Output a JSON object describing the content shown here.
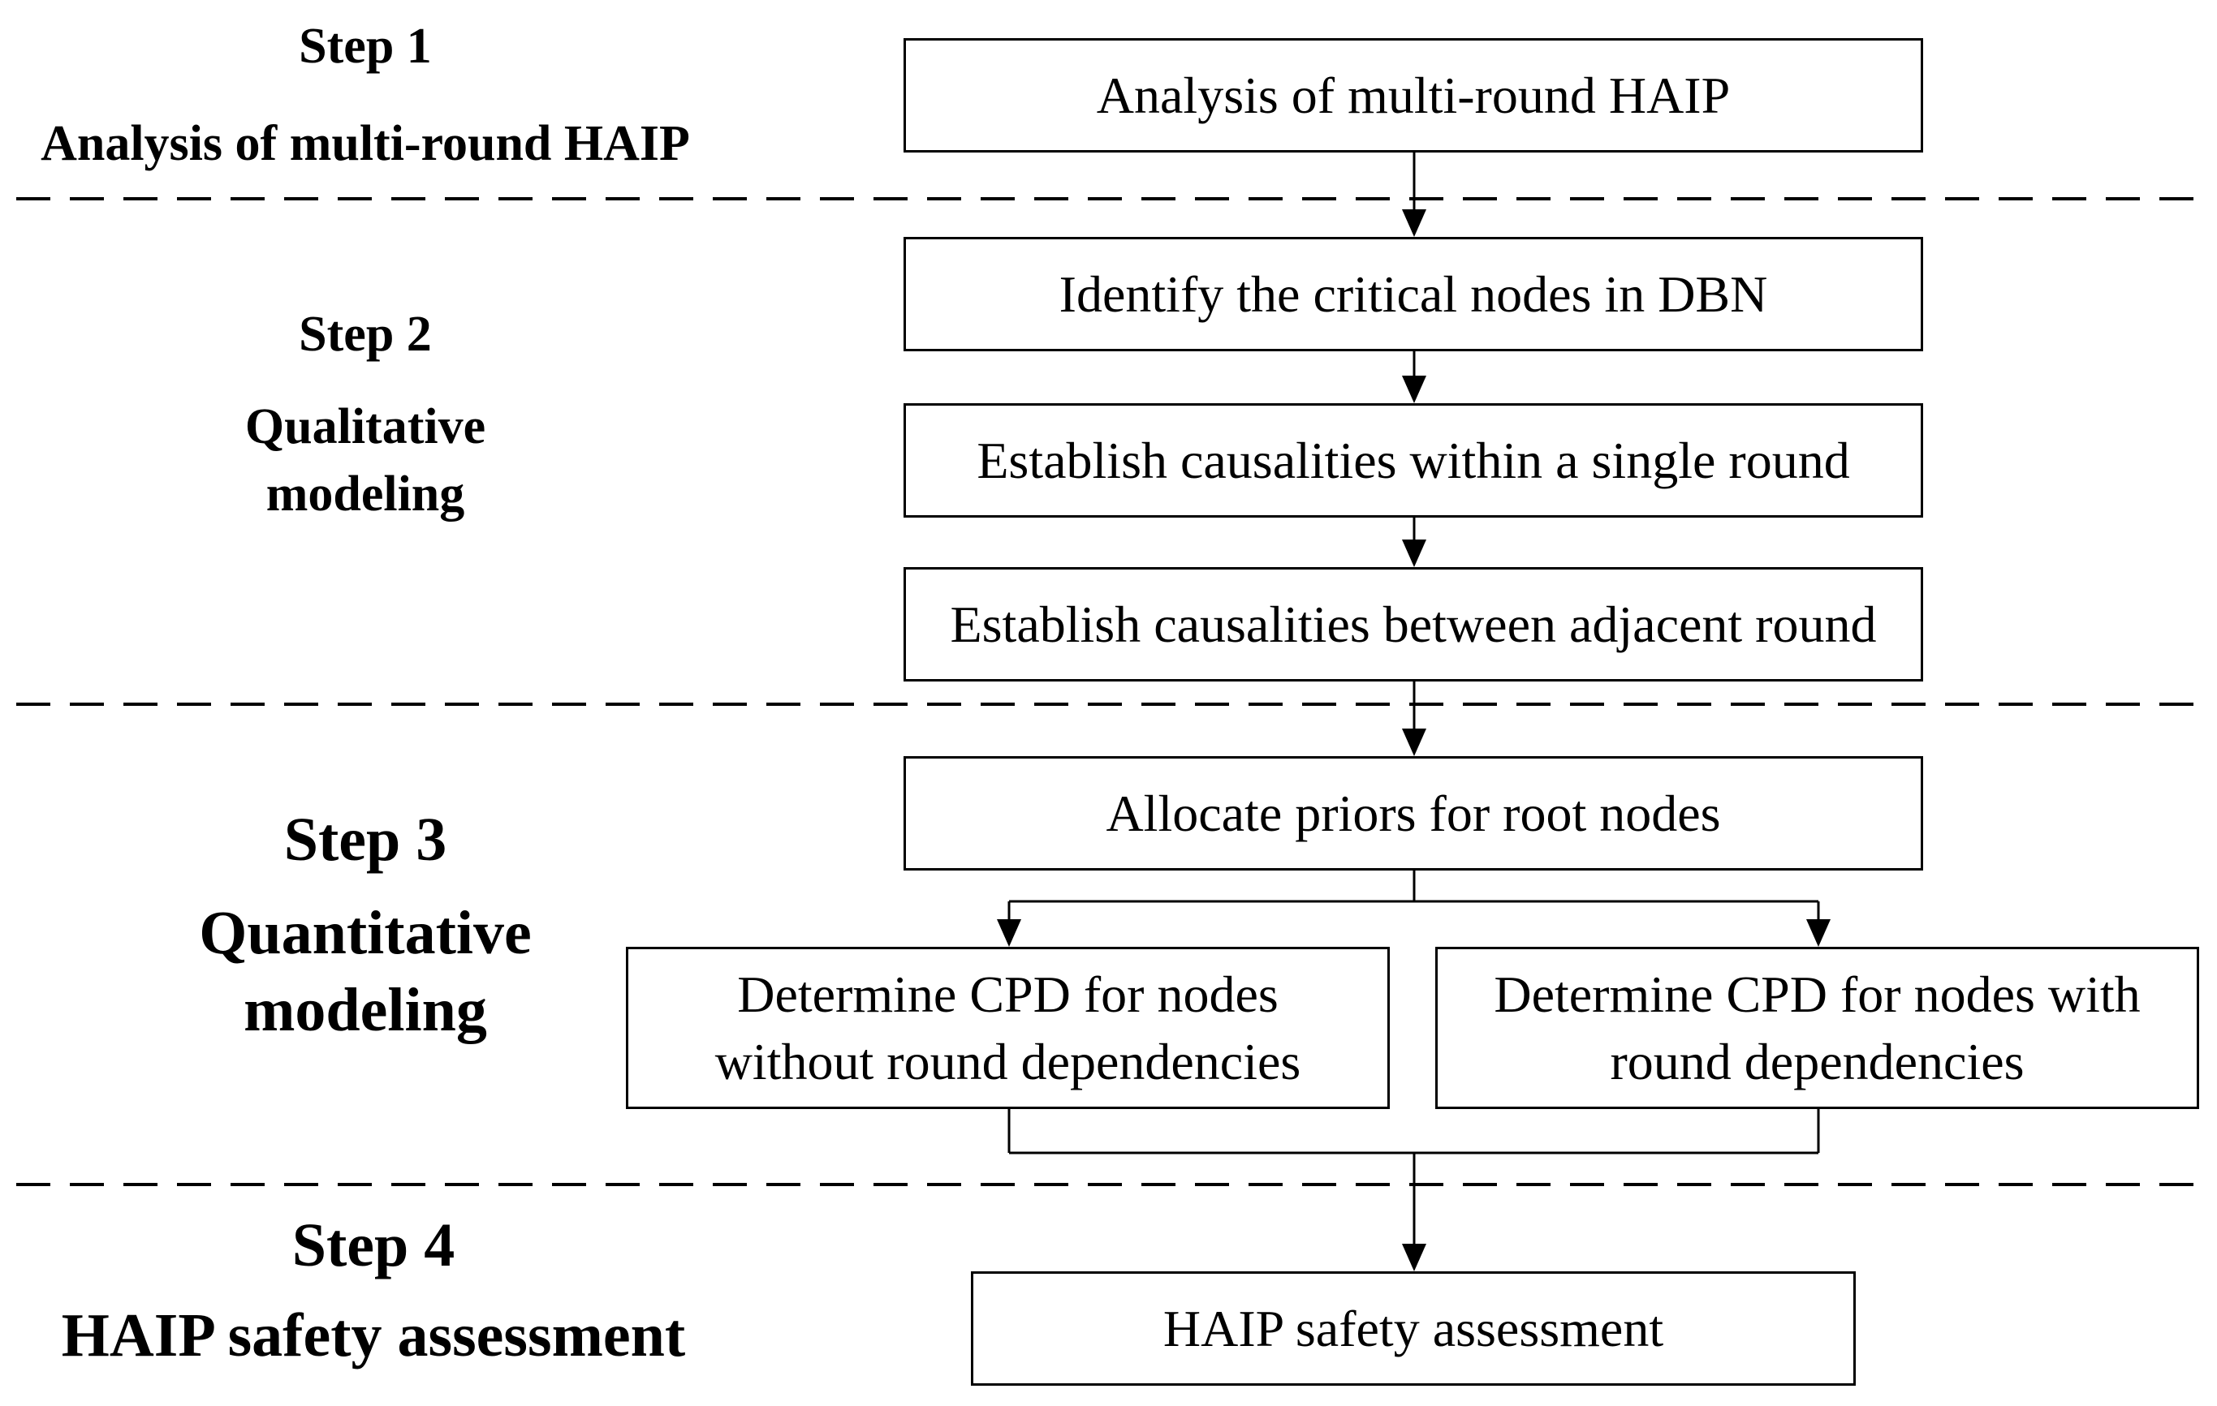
{
  "steps": [
    {
      "id": "step1",
      "title": "Step 1",
      "subtitle": [
        "Analysis of multi-round HAIP"
      ]
    },
    {
      "id": "step2",
      "title": "Step 2",
      "subtitle": [
        "Qualitative",
        "modeling"
      ]
    },
    {
      "id": "step3",
      "title": "Step 3",
      "subtitle": [
        "Quantitative",
        "modeling"
      ]
    },
    {
      "id": "step4",
      "title": "Step 4",
      "subtitle": [
        "HAIP safety assessment"
      ]
    }
  ],
  "boxes": {
    "analysis": "Analysis of multi-round HAIP",
    "identify_nodes": "Identify the critical nodes in DBN",
    "causalities_single": "Establish causalities within a single round",
    "causalities_adjacent": "Establish causalities between adjacent round",
    "allocate_priors": "Allocate priors for root nodes",
    "cpd_without": [
      "Determine CPD for nodes",
      "without round dependencies"
    ],
    "cpd_with": [
      "Determine CPD for nodes with",
      "round dependencies"
    ],
    "safety_assessment": "HAIP safety assessment"
  },
  "colors": {
    "stroke": "#000000",
    "background": "#ffffff"
  }
}
